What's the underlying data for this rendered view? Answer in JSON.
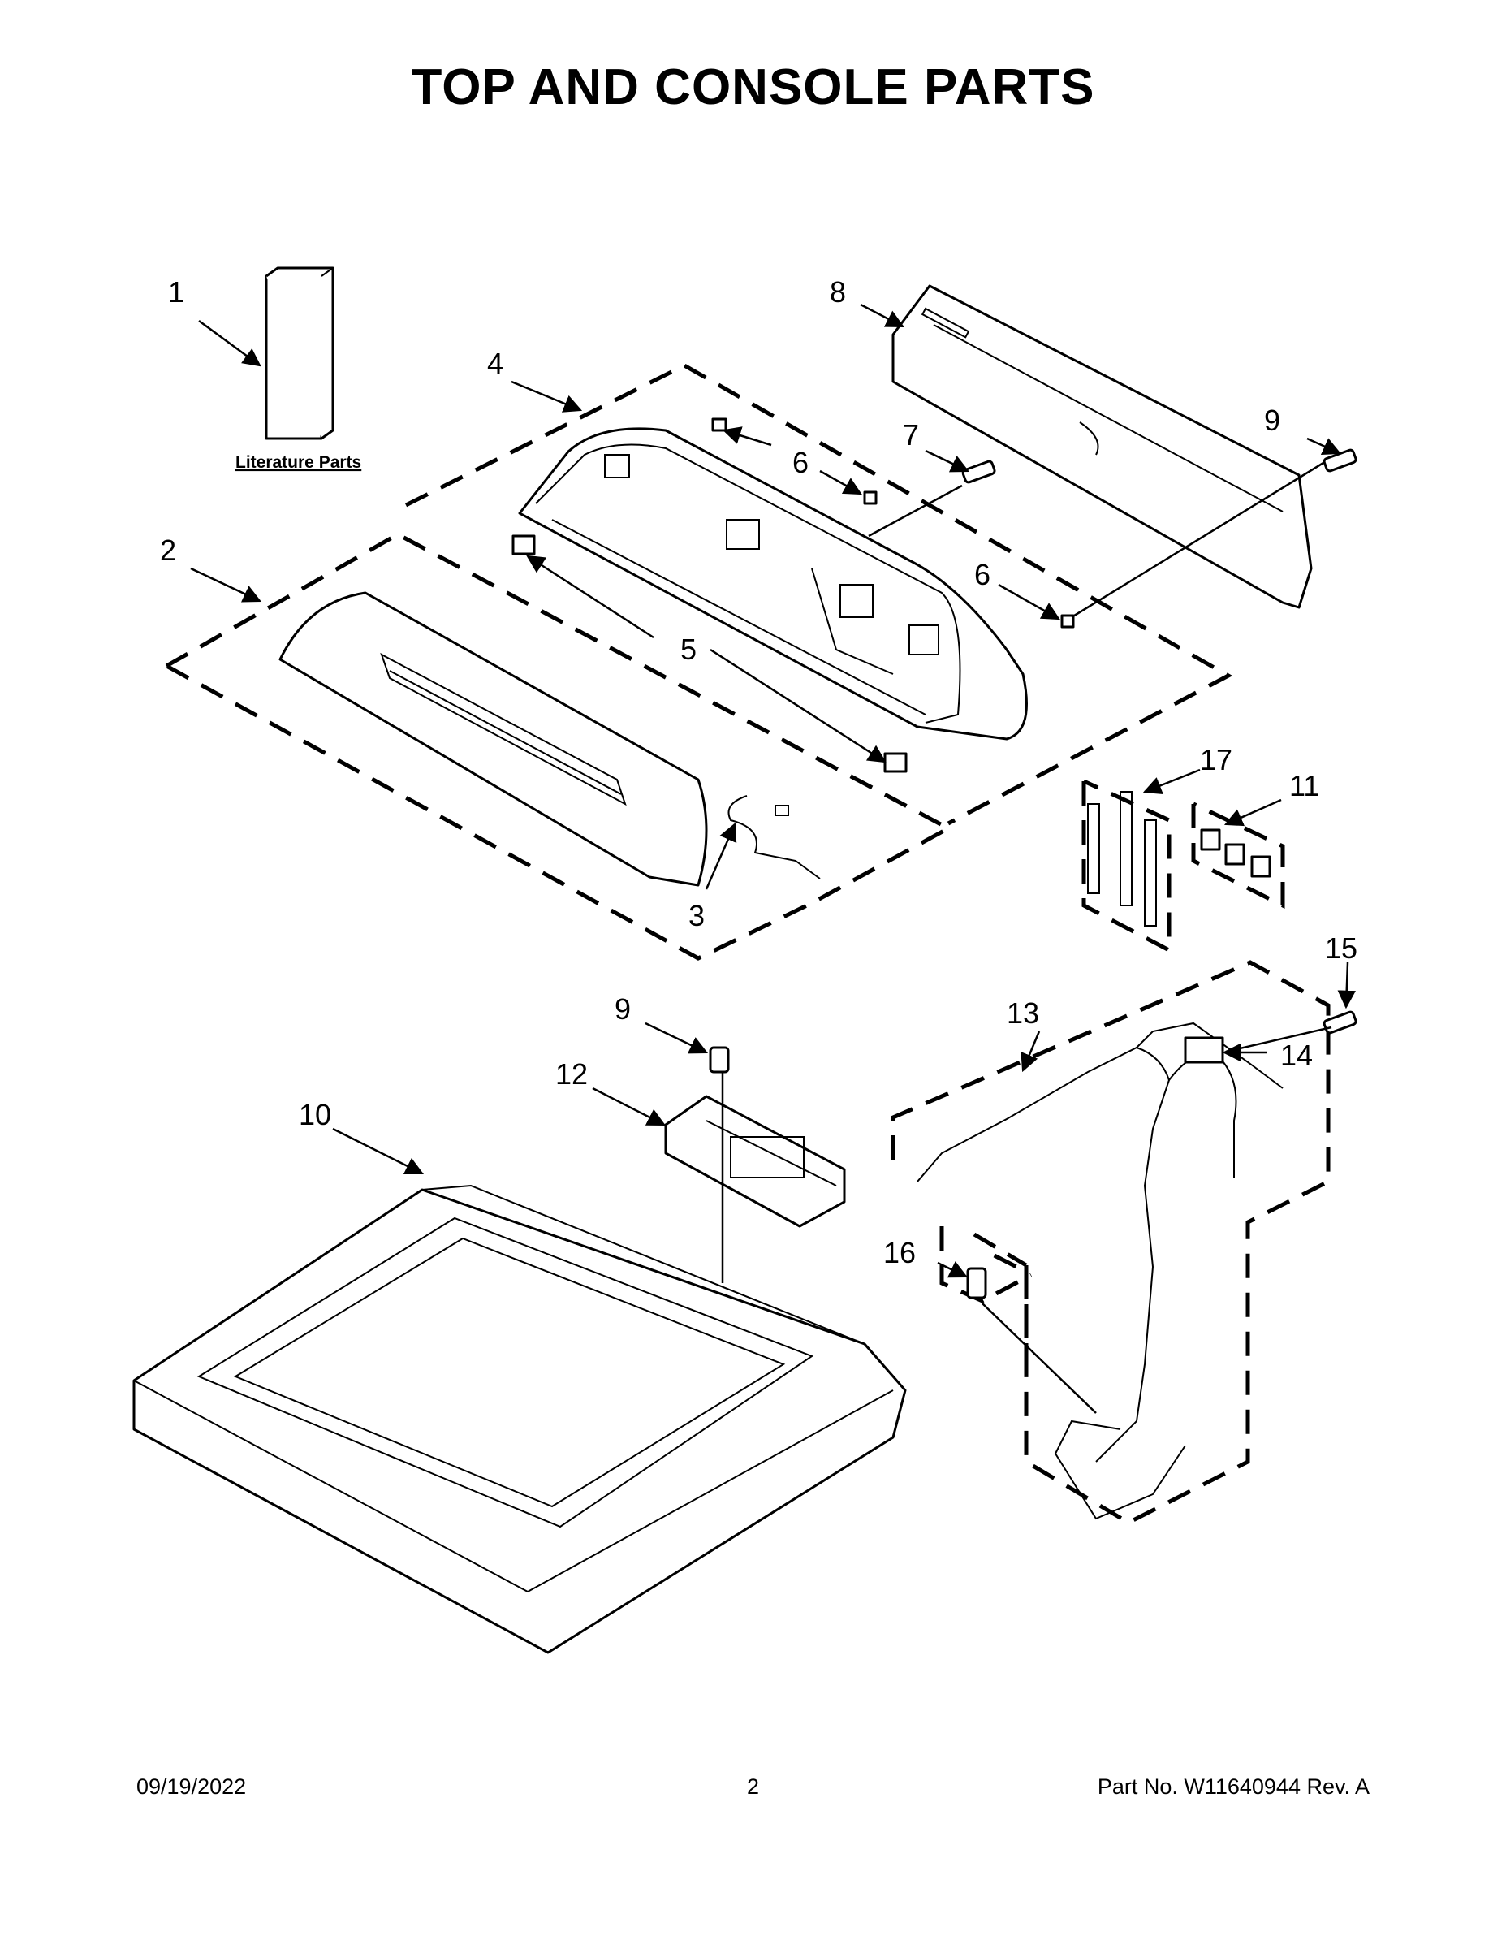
{
  "page": {
    "title": "TOP AND CONSOLE PARTS",
    "footer_date": "09/19/2022",
    "footer_page": "2",
    "footer_part": "Part No.  W11640944  Rev.  A"
  },
  "diagram": {
    "literature_label": "Literature Parts",
    "callouts": [
      "1",
      "2",
      "3",
      "4",
      "5",
      "6",
      "6",
      "7",
      "8",
      "9",
      "9",
      "10",
      "11",
      "12",
      "13",
      "14",
      "15",
      "16",
      "17"
    ]
  }
}
